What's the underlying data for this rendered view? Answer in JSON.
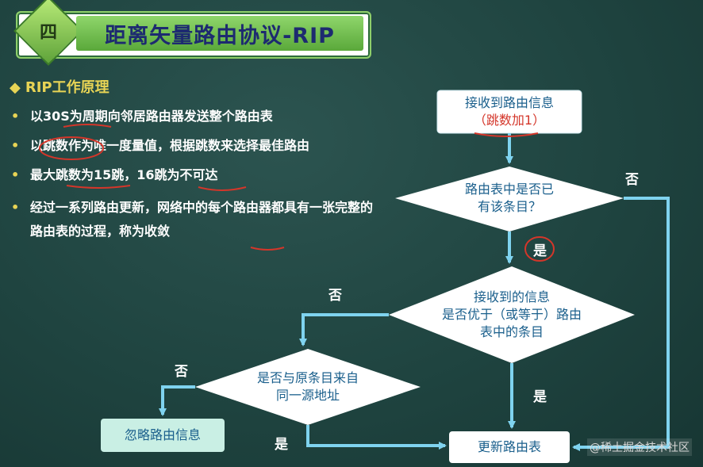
{
  "title": {
    "badge": "四",
    "text": "距离矢量路由协议-RIP"
  },
  "section": {
    "marker": "◆",
    "heading": "RIP工作原理"
  },
  "bullets": [
    "以30S为周期向邻居路由器发送整个路由表",
    "以跳数作为唯一度量值，根据跳数来选择最佳路由",
    "最大跳数为15跳，16跳为不可达",
    "经过一系列路由更新，网络中的每个路由器都具有一张完整的路由表的过程，称为收敛"
  ],
  "flow": {
    "start_line1": "接收到路由信息",
    "start_line2": "（跳数加1）",
    "decision1_line1": "路由表中是否已",
    "decision1_line2": "有该条目？",
    "decision2_line1": "接收到的信息",
    "decision2_line2": "是否优于（或等于）路由",
    "decision2_line3": "表中的条目",
    "decision3_line1": "是否与原条目来自",
    "decision3_line2": "同一源地址",
    "ignore": "忽略路由信息",
    "update": "更新路由表",
    "label_yes": "是",
    "label_no": "否"
  },
  "watermark": "@稀土掘金技术社区",
  "colors": {
    "arrow": "#7fd3ef",
    "box_text": "#1a5f8c",
    "annotation": "#d4362a",
    "title_bg": "#6fbb47"
  }
}
